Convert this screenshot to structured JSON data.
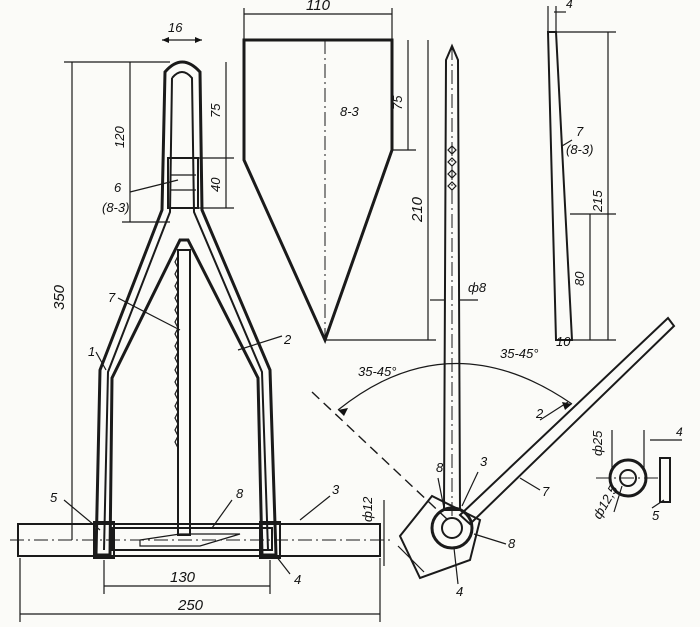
{
  "dimensions": {
    "top_width_16": "16",
    "height_350": "350",
    "height_120": "120",
    "height_75_left": "75",
    "height_40": "40",
    "width_130": "130",
    "width_250": "250",
    "dia_12": "ф12",
    "plate_width_110": "110",
    "plate_height_75": "75",
    "plate_height_210": "210",
    "plate_thickness": "8-3",
    "rod_dia_8": "ф8",
    "side_thickness_4": "4",
    "side_215": "215",
    "side_80": "80",
    "side_10": "10",
    "angle_left": "35-45°",
    "angle_right": "35-45°",
    "washer_dia_25": "ф25",
    "washer_dia_12_5": "ф12,5",
    "washer_thickness_4": "4"
  },
  "callouts": {
    "c1": "1",
    "c2_frame": "2",
    "c2_arm": "2",
    "c3_left": "3",
    "c3_right": "3",
    "c4_left": "4",
    "c4_right": "4",
    "c5_left": "5",
    "c5_right": "5",
    "c6": "6",
    "c6_sub": "(8-3)",
    "c7_left": "7",
    "c7_side": "7",
    "c7_side_sub": "(8-3)",
    "c7_arm": "7",
    "c8_left": "8",
    "c8_right_top": "8",
    "c8_right_bottom": "8"
  }
}
